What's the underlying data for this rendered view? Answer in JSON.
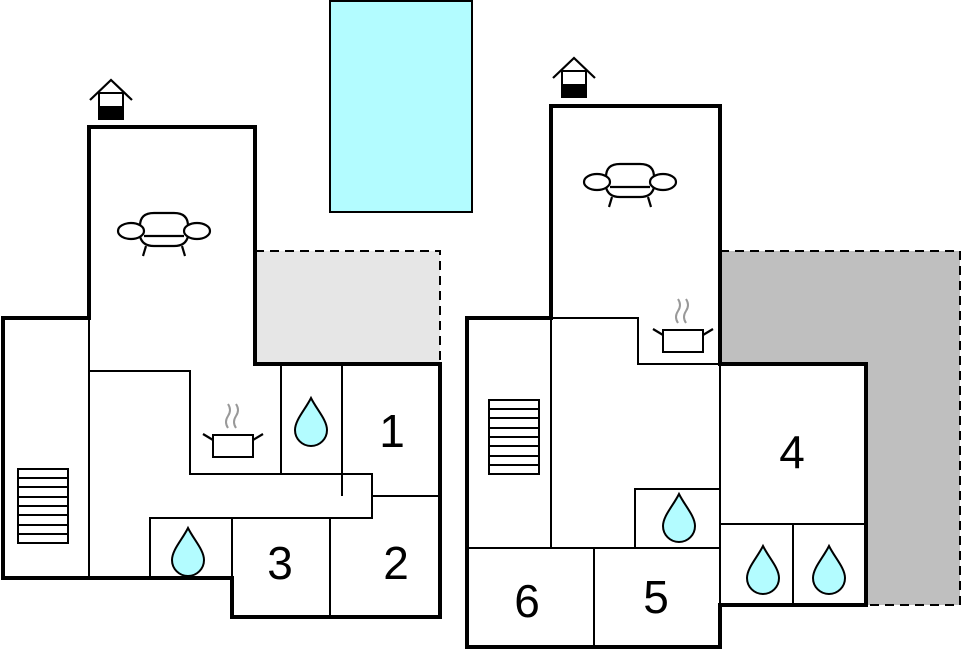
{
  "colors": {
    "pool": "#b3fcff",
    "terrace_left": "#e6e6e6",
    "terrace_right": "#bfbfbf",
    "water": "#b3fcff",
    "wall": "#000000"
  },
  "icons": [
    "house-entrance-icon",
    "sofa-icon",
    "cooking-pot-icon",
    "water-drop-icon",
    "stairs-icon"
  ],
  "rooms": {
    "left": {
      "room1": "1",
      "room2": "2",
      "room3": "3"
    },
    "right": {
      "room4": "4",
      "room5": "5",
      "room6": "6"
    }
  }
}
